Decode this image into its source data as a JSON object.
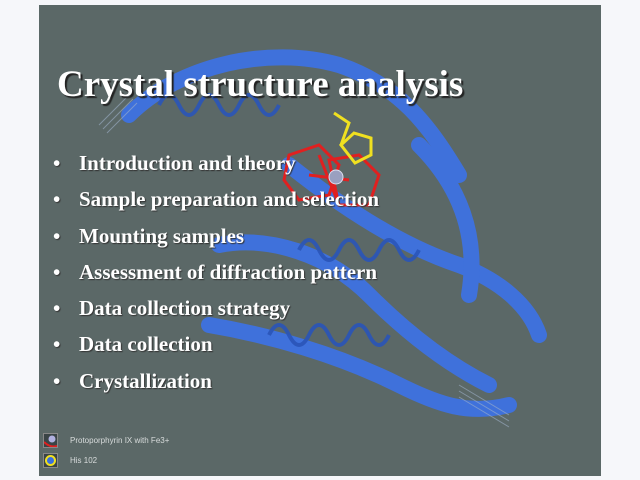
{
  "title": "Crystal structure analysis",
  "bullets": [
    "Introduction and theory",
    "Sample preparation and selection",
    "Mounting samples",
    "Assessment of diffraction pattern",
    "Data collection strategy",
    "Data collection",
    "Crystallization"
  ],
  "legend": [
    {
      "icon": "sphere-icon",
      "label": "Protoporphyrin IX with Fe3+"
    },
    {
      "icon": "ring-icon",
      "label": "His 102"
    }
  ],
  "colors": {
    "background": "#5b6867",
    "ribbon": "#3a6fe0",
    "heme": "#e02020",
    "his": "#f0e020"
  }
}
